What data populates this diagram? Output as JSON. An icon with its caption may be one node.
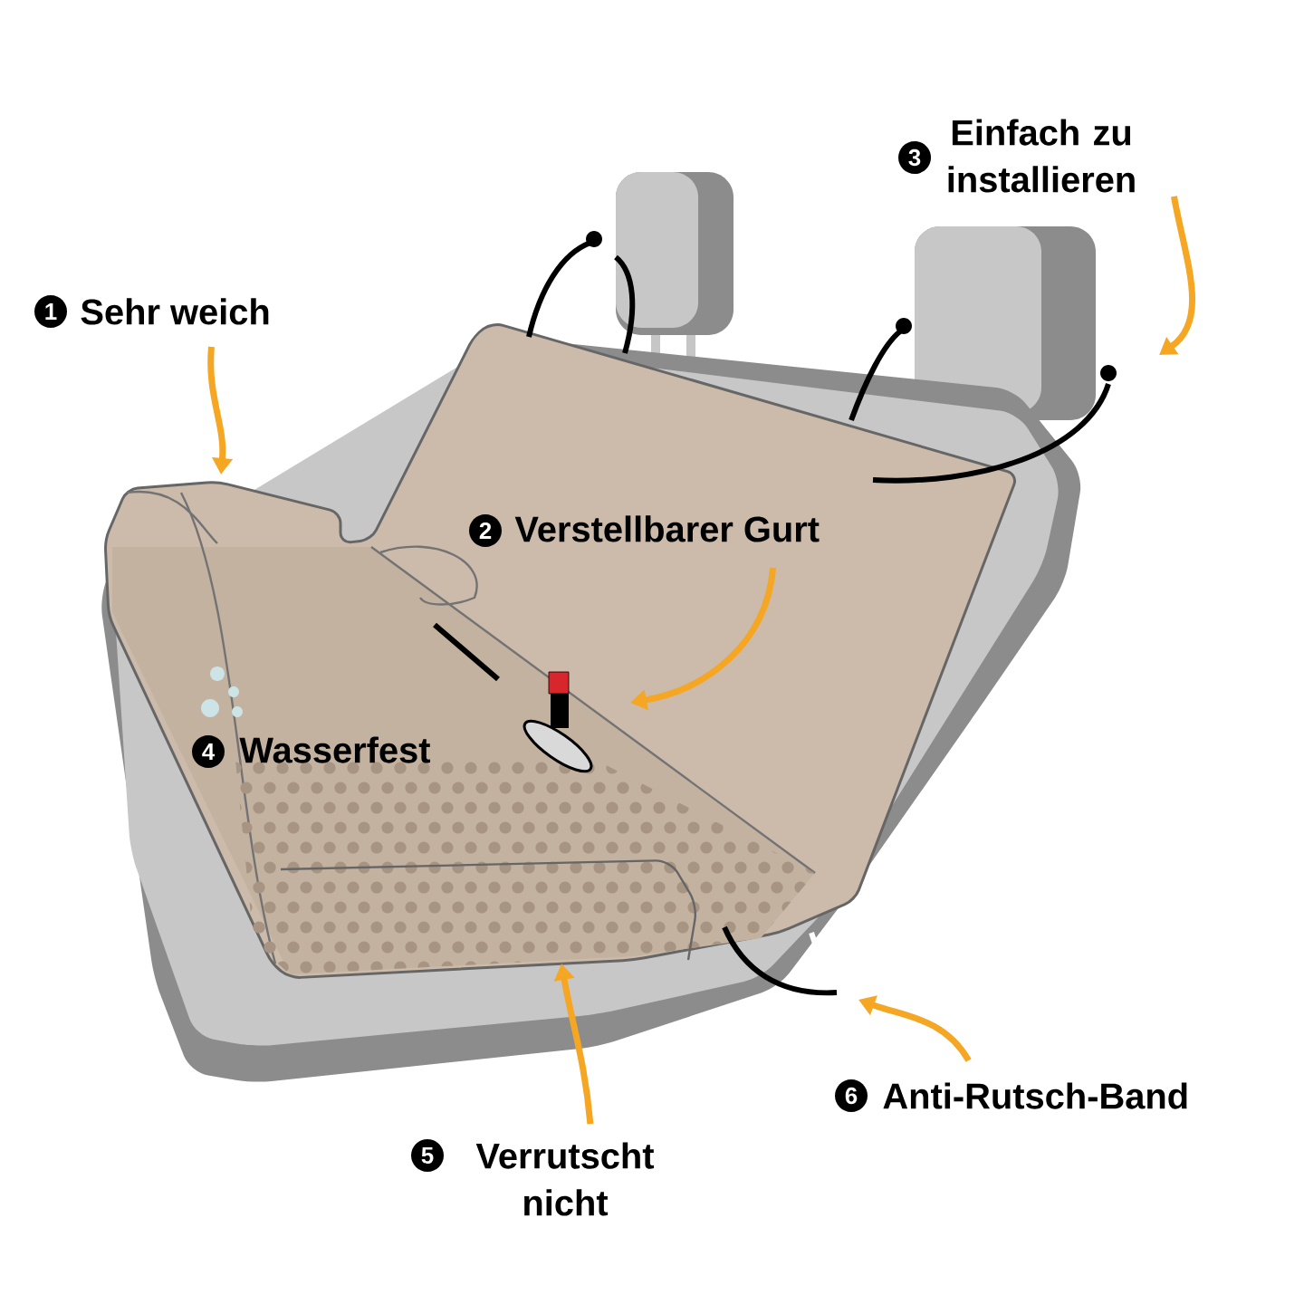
{
  "diagram": {
    "nodes": [
      {
        "text": [
          "1",
          "Sehr weich"
        ]
      },
      {
        "text": [
          "2",
          "Verstellbarer Gurt"
        ]
      },
      {
        "text": [
          "3",
          "Einfach zu installieren"
        ]
      },
      {
        "text": [
          "4",
          "Wasserfest"
        ]
      },
      {
        "text": [
          "5",
          "Verrutscht nicht"
        ]
      },
      {
        "text": [
          "6",
          "Anti-Rutsch-Band"
        ]
      }
    ],
    "edges": [
      {
        "from": 0,
        "to": null,
        "arrow": "to"
      },
      {
        "from": 1,
        "to": null,
        "arrow": "to"
      },
      {
        "from": 2,
        "to": null,
        "arrow": "to"
      },
      {
        "from": 4,
        "to": null,
        "arrow": "to"
      },
      {
        "from": 5,
        "to": null,
        "arrow": "to"
      }
    ]
  }
}
